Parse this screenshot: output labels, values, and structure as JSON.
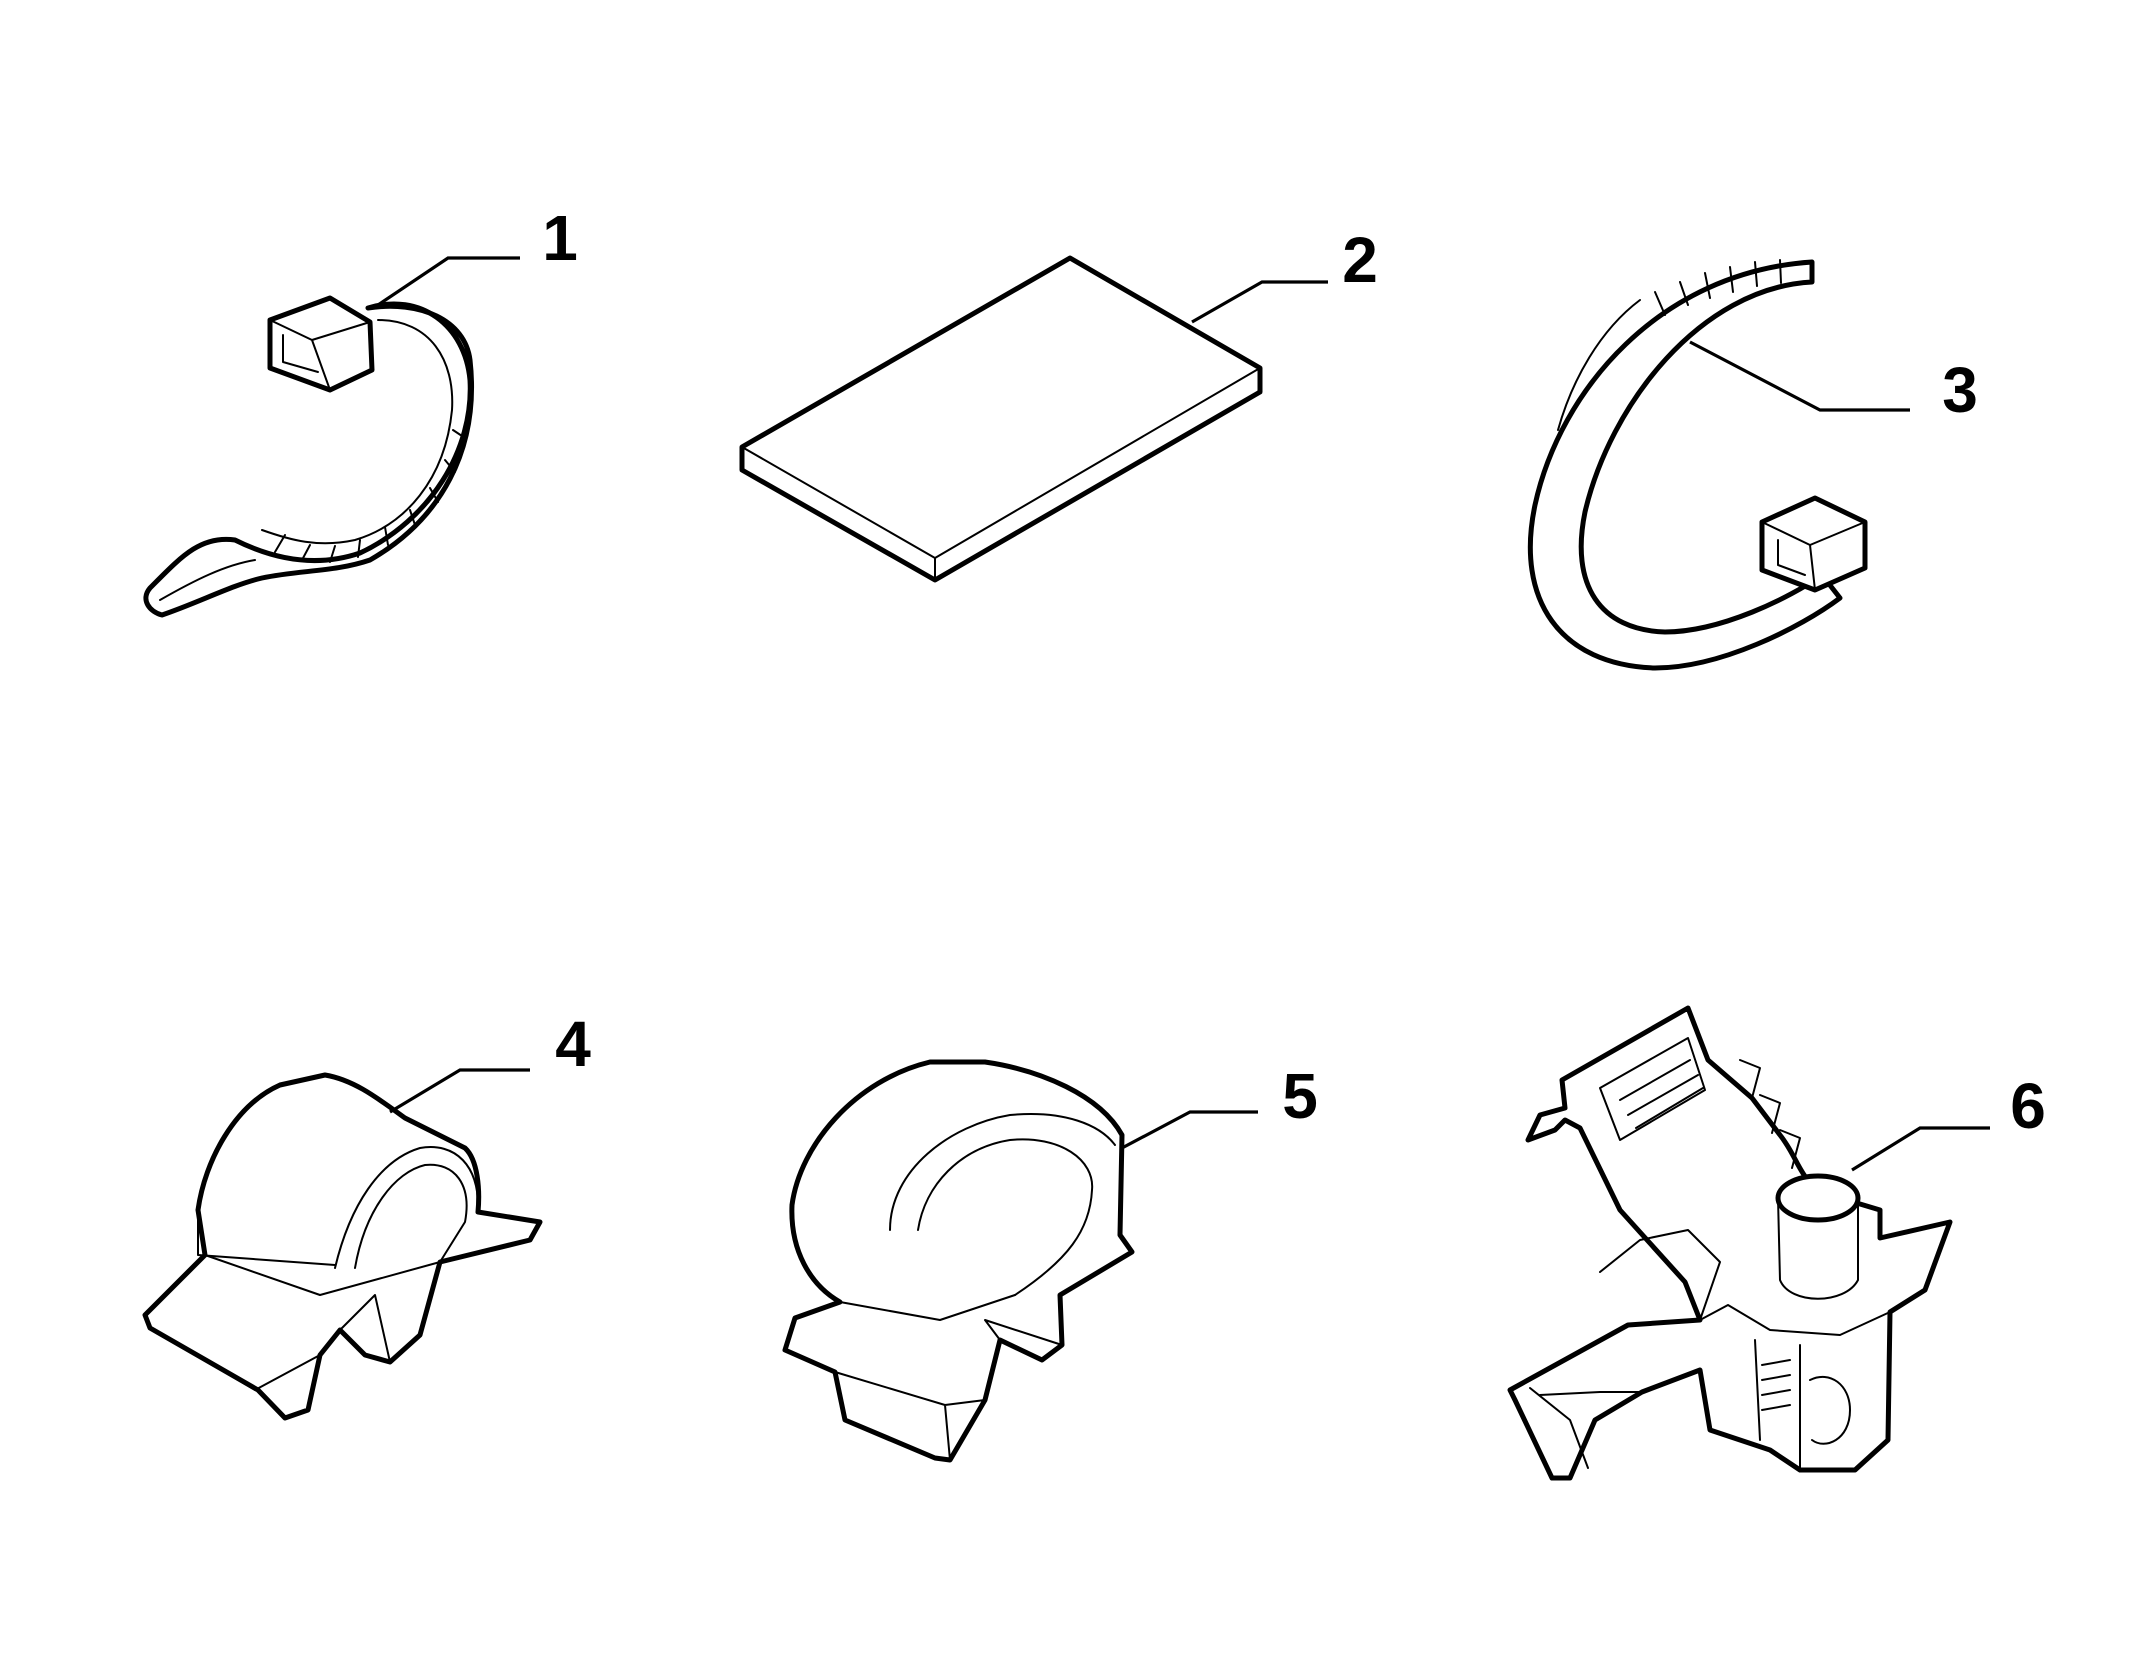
{
  "parts": [
    {
      "number": "1",
      "icon": "cable-tie-icon"
    },
    {
      "number": "2",
      "icon": "adhesive-pad-icon"
    },
    {
      "number": "3",
      "icon": "strap-band-icon"
    },
    {
      "number": "4",
      "icon": "cable-clip-icon"
    },
    {
      "number": "5",
      "icon": "cable-clip-large-icon"
    },
    {
      "number": "6",
      "icon": "pipe-holder-clip-icon"
    }
  ]
}
